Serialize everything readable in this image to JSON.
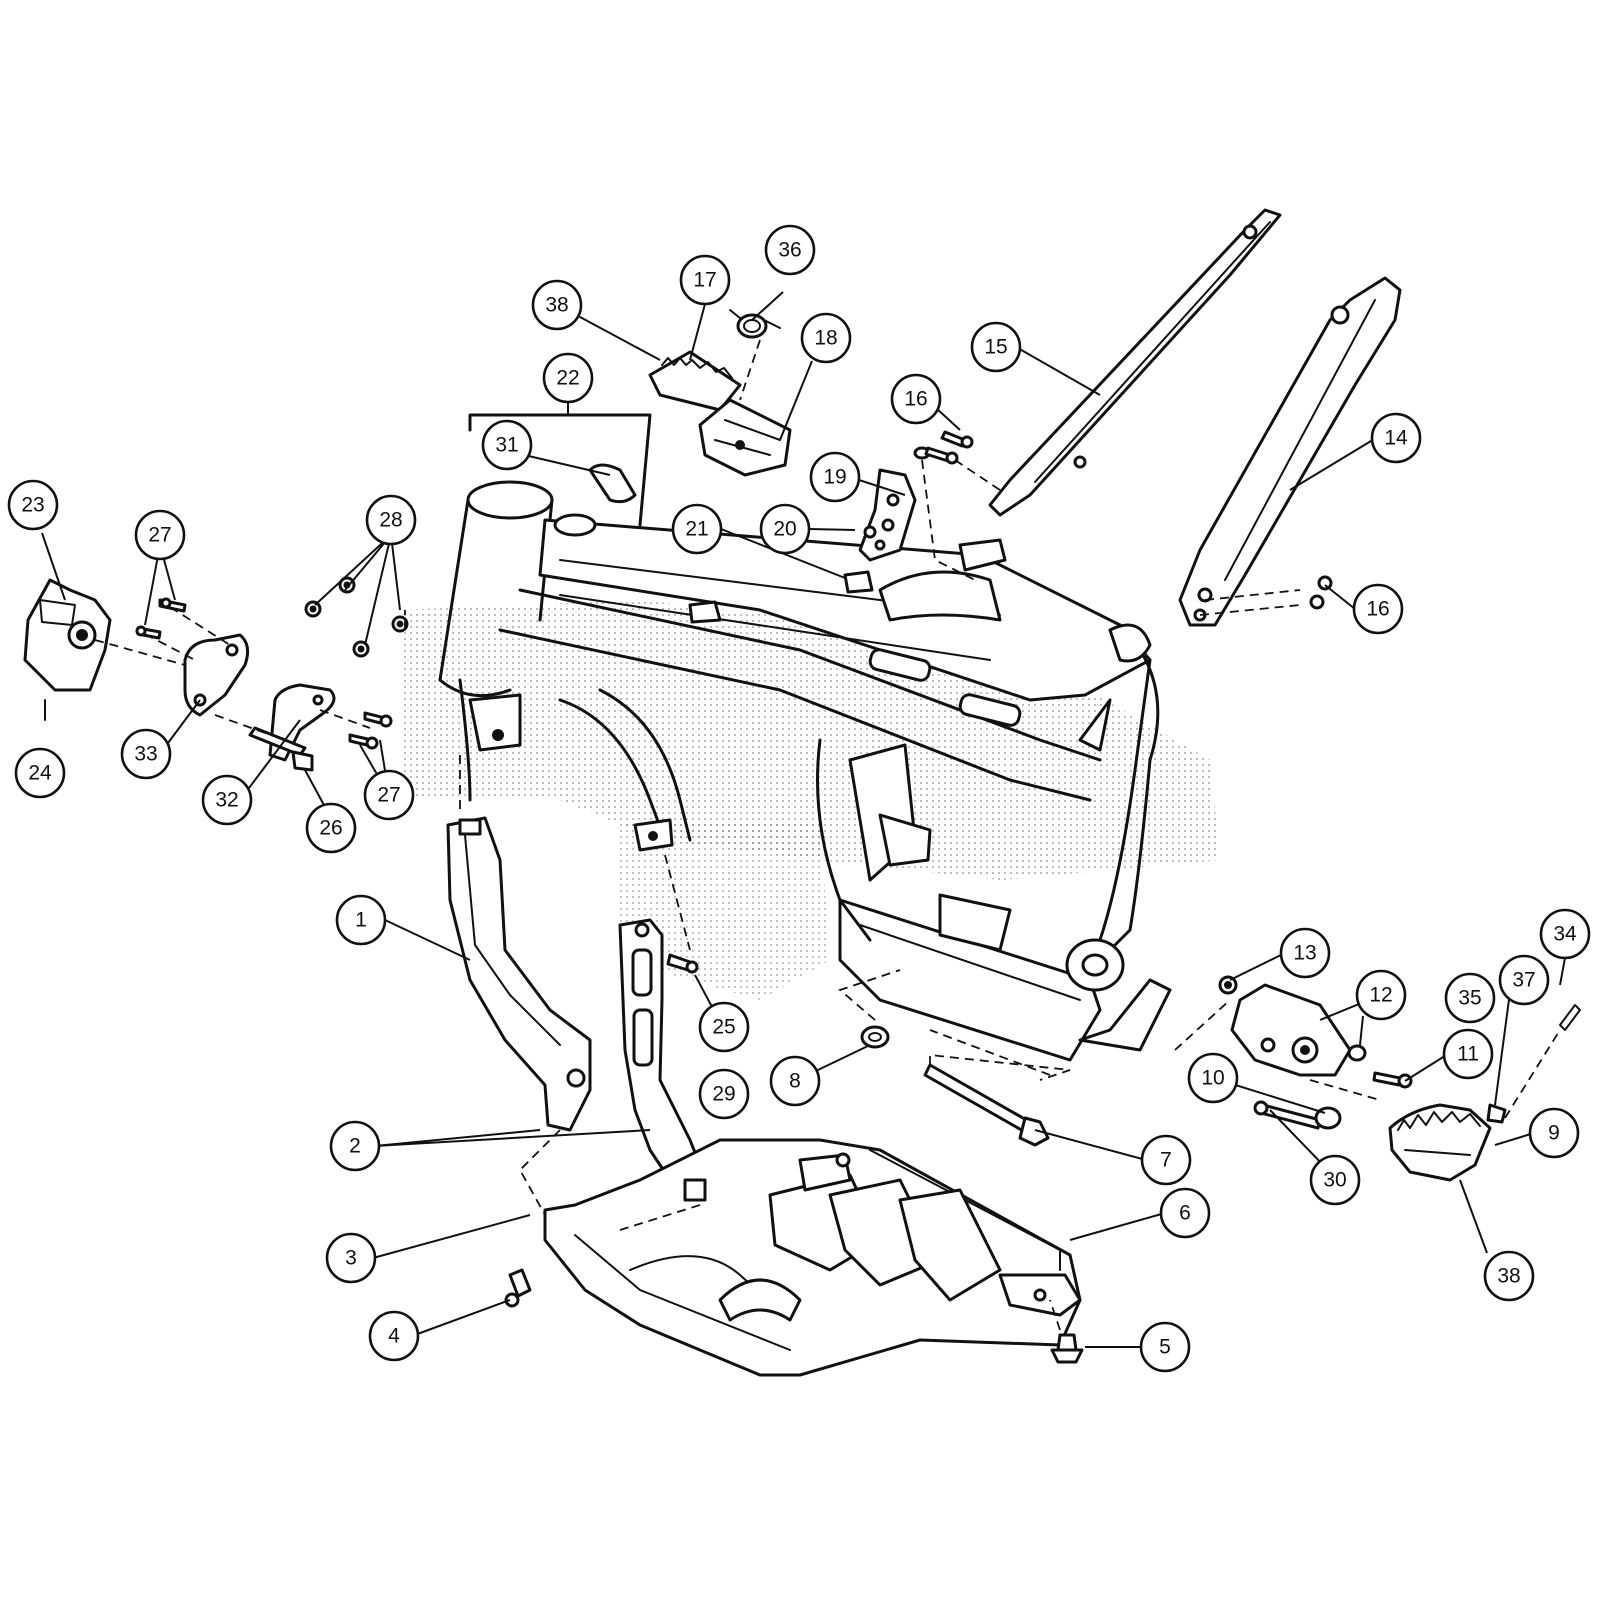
{
  "diagram": {
    "description_kind": "exploded parts diagram",
    "callouts": [
      {
        "id": "c1",
        "label": "1"
      },
      {
        "id": "c2",
        "label": "2"
      },
      {
        "id": "c3",
        "label": "3"
      },
      {
        "id": "c4",
        "label": "4"
      },
      {
        "id": "c5",
        "label": "5"
      },
      {
        "id": "c6",
        "label": "6"
      },
      {
        "id": "c7",
        "label": "7"
      },
      {
        "id": "c8",
        "label": "8"
      },
      {
        "id": "c9",
        "label": "9"
      },
      {
        "id": "c10",
        "label": "10"
      },
      {
        "id": "c11",
        "label": "11"
      },
      {
        "id": "c12",
        "label": "12"
      },
      {
        "id": "c13",
        "label": "13"
      },
      {
        "id": "c14",
        "label": "14"
      },
      {
        "id": "c15",
        "label": "15"
      },
      {
        "id": "c16a",
        "label": "16"
      },
      {
        "id": "c16b",
        "label": "16"
      },
      {
        "id": "c17",
        "label": "17"
      },
      {
        "id": "c18",
        "label": "18"
      },
      {
        "id": "c19",
        "label": "19"
      },
      {
        "id": "c20",
        "label": "20"
      },
      {
        "id": "c21",
        "label": "21"
      },
      {
        "id": "c22",
        "label": "22"
      },
      {
        "id": "c23",
        "label": "23"
      },
      {
        "id": "c24",
        "label": "24"
      },
      {
        "id": "c25",
        "label": "25"
      },
      {
        "id": "c26",
        "label": "26"
      },
      {
        "id": "c27a",
        "label": "27"
      },
      {
        "id": "c27b",
        "label": "27"
      },
      {
        "id": "c28",
        "label": "28"
      },
      {
        "id": "c29",
        "label": "29"
      },
      {
        "id": "c30",
        "label": "30"
      },
      {
        "id": "c31",
        "label": "31"
      },
      {
        "id": "c32",
        "label": "32"
      },
      {
        "id": "c33",
        "label": "33"
      },
      {
        "id": "c34",
        "label": "34"
      },
      {
        "id": "c35",
        "label": "35"
      },
      {
        "id": "c36",
        "label": "36"
      },
      {
        "id": "c37",
        "label": "37"
      },
      {
        "id": "c38a",
        "label": "38"
      },
      {
        "id": "c38b",
        "label": "38"
      }
    ]
  }
}
